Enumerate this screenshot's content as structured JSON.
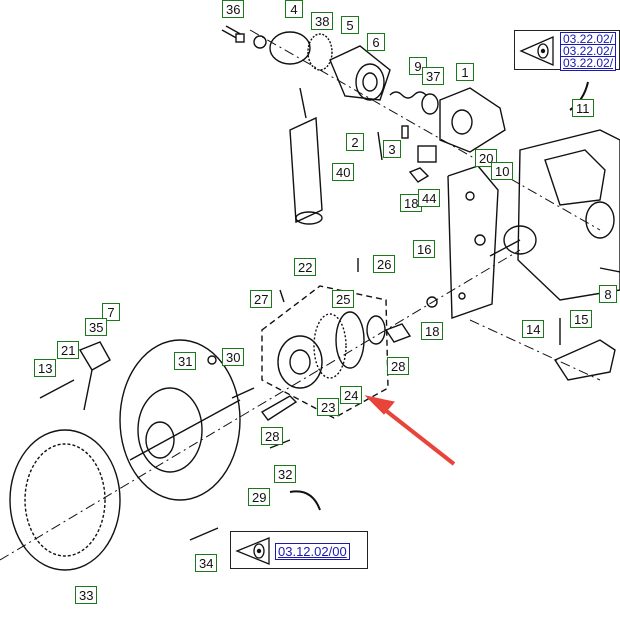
{
  "labels": {
    "p1": "1",
    "p2": "2",
    "p3": "3",
    "p4": "4",
    "p5": "5",
    "p6": "6",
    "p7": "7",
    "p8": "8",
    "p9": "9",
    "p10": "10",
    "p11": "11",
    "p13": "13",
    "p14": "14",
    "p15": "15",
    "p16": "16",
    "p18a": "18",
    "p18b": "18",
    "p20": "20",
    "p21": "21",
    "p22": "22",
    "p23": "23",
    "p24": "24",
    "p25": "25",
    "p26": "26",
    "p27": "27",
    "p28a": "28",
    "p28b": "28",
    "p29": "29",
    "p30": "30",
    "p31": "31",
    "p32": "32",
    "p33": "33",
    "p34": "34",
    "p35": "35",
    "p36": "36",
    "p37": "37",
    "p38": "38",
    "p40": "40",
    "p44": "44"
  },
  "refs": {
    "top": [
      "03.22.02/",
      "03.22.02/",
      "03.22.02/"
    ],
    "bottom": "03.12.02/00"
  },
  "colors": {
    "label_border": "#1a7a1a",
    "ref_link": "#1a1ab0",
    "arrow": "#e8443a"
  }
}
